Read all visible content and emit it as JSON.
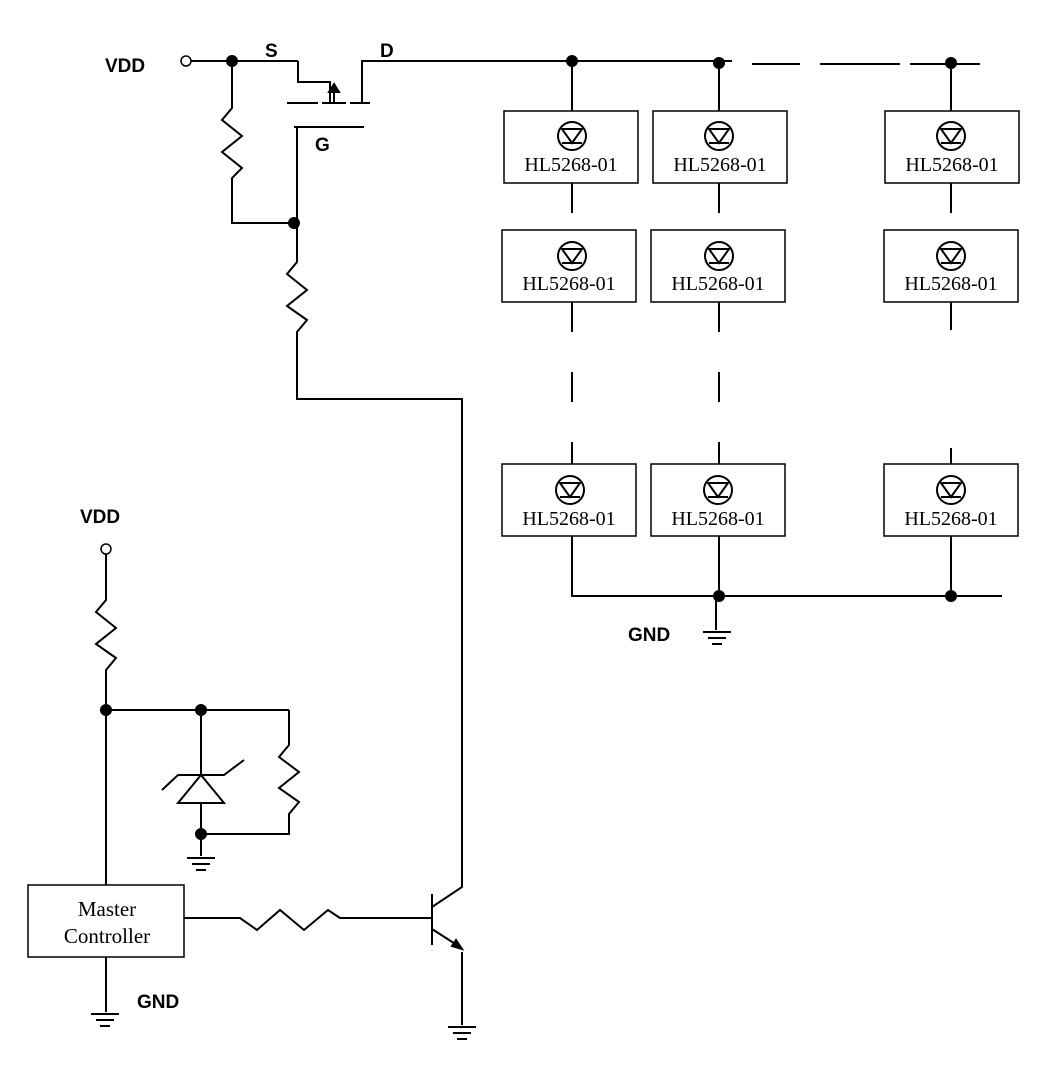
{
  "labels": {
    "vdd_top": "VDD",
    "source": "S",
    "drain": "D",
    "gate": "G",
    "vdd_bottom": "VDD",
    "gnd_led": "GND",
    "gnd_controller": "GND",
    "controller_line1": "Master",
    "controller_line2": "Controller"
  },
  "led_part": "HL5268-01",
  "led_columns": [
    {
      "id": "col1",
      "leds": [
        "HL5268-01",
        "HL5268-01",
        "HL5268-01"
      ]
    },
    {
      "id": "col2",
      "leds": [
        "HL5268-01",
        "HL5268-01",
        "HL5268-01"
      ]
    },
    {
      "id": "col3",
      "leds": [
        "HL5268-01",
        "HL5268-01",
        "HL5268-01"
      ]
    }
  ]
}
